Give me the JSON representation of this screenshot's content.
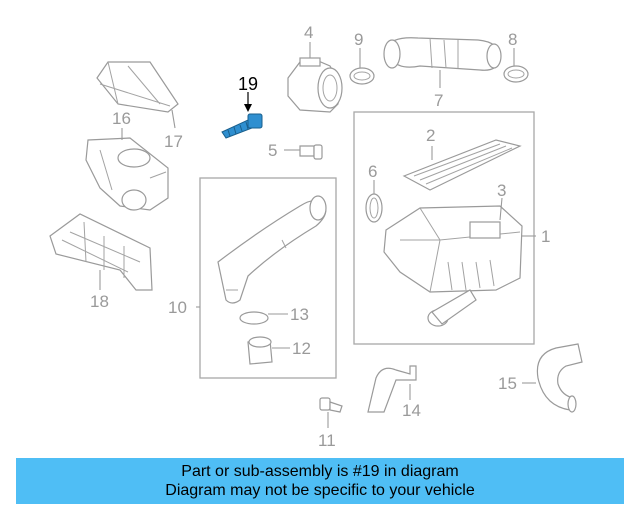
{
  "highlight_color": "#2f8fd0",
  "banner_color": "#4fbef5",
  "callouts": {
    "c1": "1",
    "c2": "2",
    "c3": "3",
    "c4": "4",
    "c5": "5",
    "c6": "6",
    "c7": "7",
    "c8": "8",
    "c9": "9",
    "c10": "10",
    "c11": "11",
    "c12": "12",
    "c13": "13",
    "c14": "14",
    "c15": "15",
    "c16": "16",
    "c17": "17",
    "c18": "18",
    "c19": "19"
  },
  "footer": {
    "line1": "Part or sub-assembly is #19 in diagram",
    "line2": "Diagram may not be specific to your vehicle"
  }
}
